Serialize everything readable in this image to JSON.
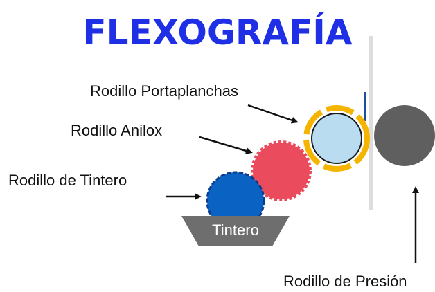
{
  "title": "FLEXOGRAFÍA",
  "labels": {
    "plate_roller": "Rodillo Portaplanchas",
    "anilox_roller": "Rodillo Anilox",
    "fountain_roller": "Rodillo de  Tintero",
    "impression_roller": "Rodillo de Presión",
    "ink_tray": "Tintero"
  },
  "colors": {
    "title": "#1f2fe6",
    "fountain_roller": "#0a62c2",
    "fountain_roller_dashes": "#0b3c8c",
    "anilox_roller": "#ea4b5d",
    "plate_roller": "#b9dcf1",
    "plate_roller_dashes": "#f5b400",
    "impression_roller": "#5f5f5f",
    "ink_tray": "#6e6e6e",
    "substrate": "#dddddd",
    "arrows": "#111111"
  }
}
